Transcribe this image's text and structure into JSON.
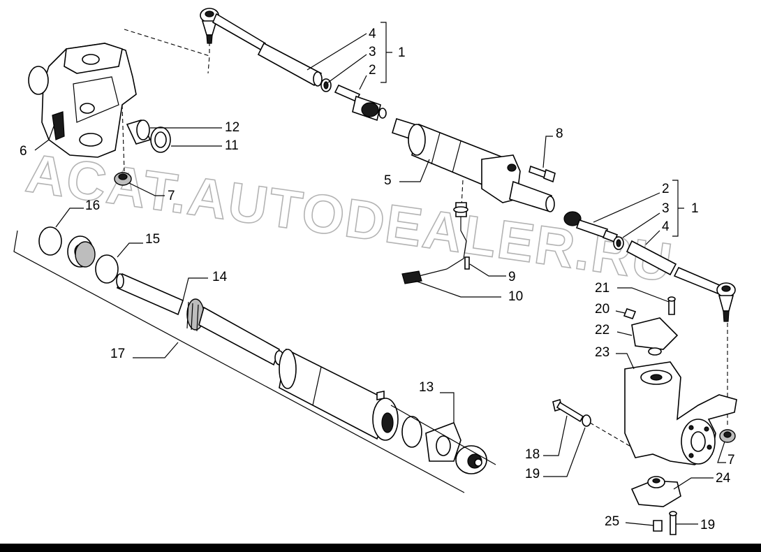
{
  "watermark": "ACAT.AUTODEALER.RU",
  "labels": {
    "l1a": "1",
    "l2a": "2",
    "l3a": "3",
    "l4a": "4",
    "l1b": "1",
    "l2b": "2",
    "l3b": "3",
    "l4b": "4",
    "l5": "5",
    "l6": "6",
    "l7a": "7",
    "l7b": "7",
    "l8": "8",
    "l9": "9",
    "l10": "10",
    "l11": "11",
    "l12": "12",
    "l13": "13",
    "l14": "14",
    "l15": "15",
    "l16": "16",
    "l17": "17",
    "l18": "18",
    "l19a": "19",
    "l19b": "19",
    "l20": "20",
    "l21": "21",
    "l22": "22",
    "l23": "23",
    "l24": "24",
    "l25": "25"
  }
}
